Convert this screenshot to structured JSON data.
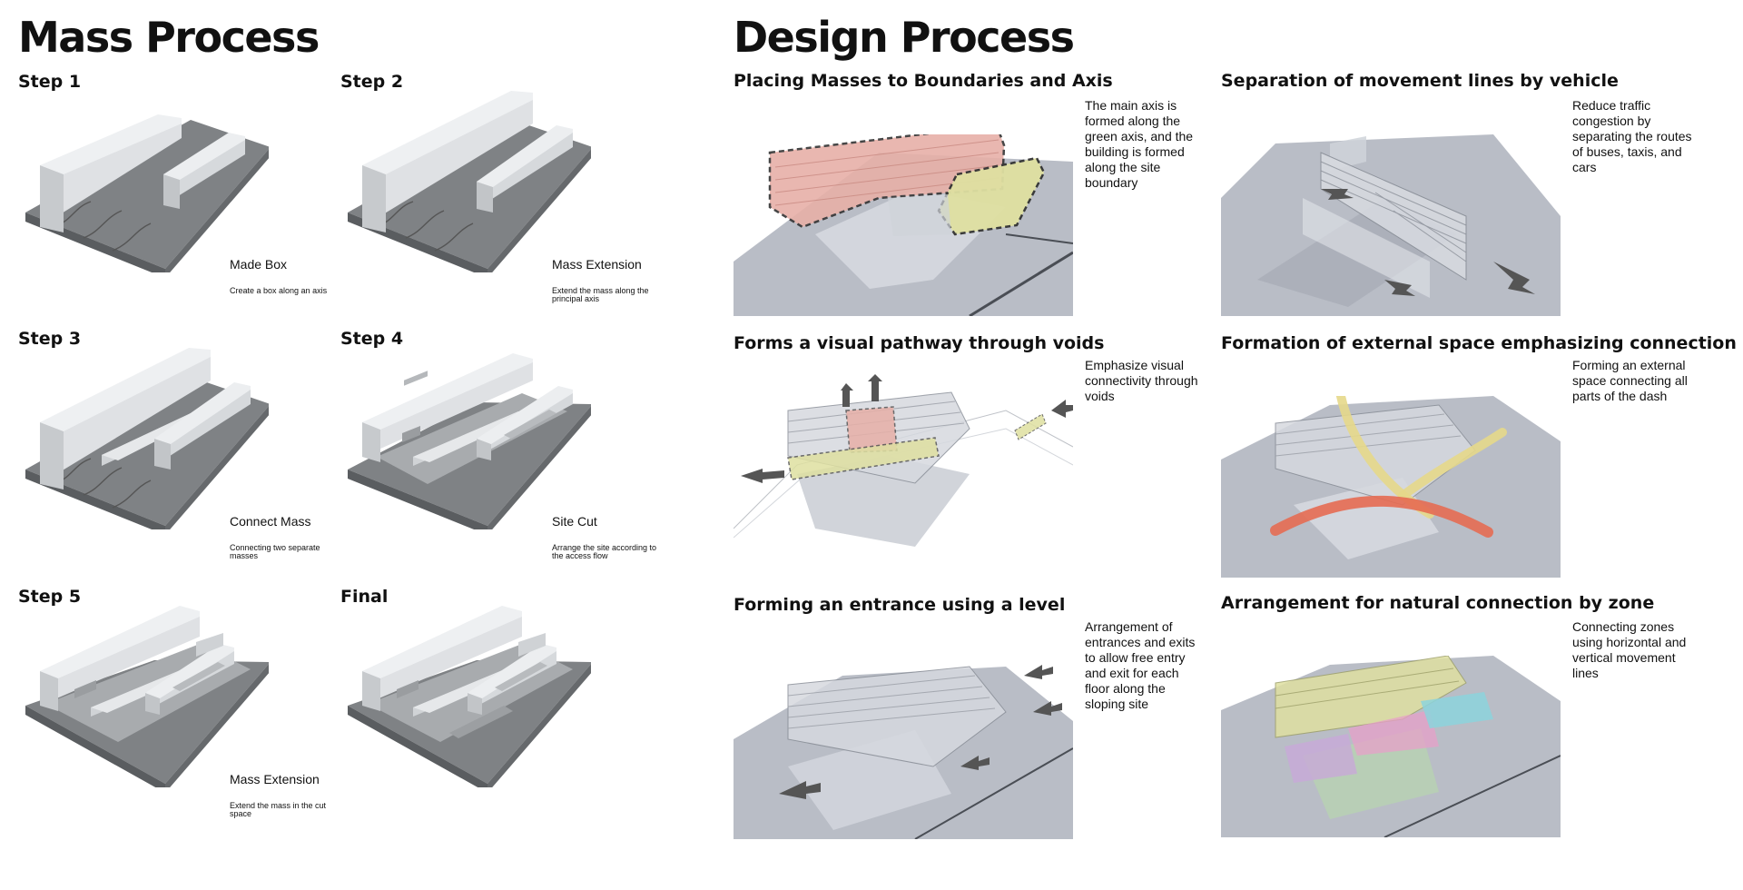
{
  "mass_process": {
    "title": "Mass Process",
    "steps": [
      {
        "label": "Step 1",
        "name": "Made Box",
        "desc": "Create a box along an axis"
      },
      {
        "label": "Step 2",
        "name": "Mass Extension",
        "desc": "Extend the mass along the principal axis"
      },
      {
        "label": "Step 3",
        "name": "Connect Mass",
        "desc": "Connecting two separate masses"
      },
      {
        "label": "Step 4",
        "name": "Site Cut",
        "desc": "Arrange the site according to the access flow"
      },
      {
        "label": "Step 5",
        "name": "Mass Extension",
        "desc": "Extend the mass in the cut space"
      },
      {
        "label": "Final",
        "name": "",
        "desc": ""
      }
    ]
  },
  "design_process": {
    "title": "Design Process",
    "panels": [
      {
        "title": "Placing Masses to Boundaries and Axis",
        "text": "The main axis is formed along the green axis, and the building is formed along the site boundary"
      },
      {
        "title": "Separation of movement lines by vehicle",
        "text": "Reduce traffic congestion by separating the routes of buses, taxis, and cars"
      },
      {
        "title": "Forms a visual pathway through voids",
        "text": "Emphasize visual connectivity through voids"
      },
      {
        "title": "Formation of external space emphasizing connection",
        "text": "Forming an external space connecting all parts of the dash"
      },
      {
        "title": "Forming an entrance using a level",
        "text": "Arrangement of entrances and exits to allow free entry and exit for each floor along the sloping site"
      },
      {
        "title": "Arrangement for natural connection by zone",
        "text": "Connecting zones using horizontal and vertical movement lines"
      }
    ]
  }
}
